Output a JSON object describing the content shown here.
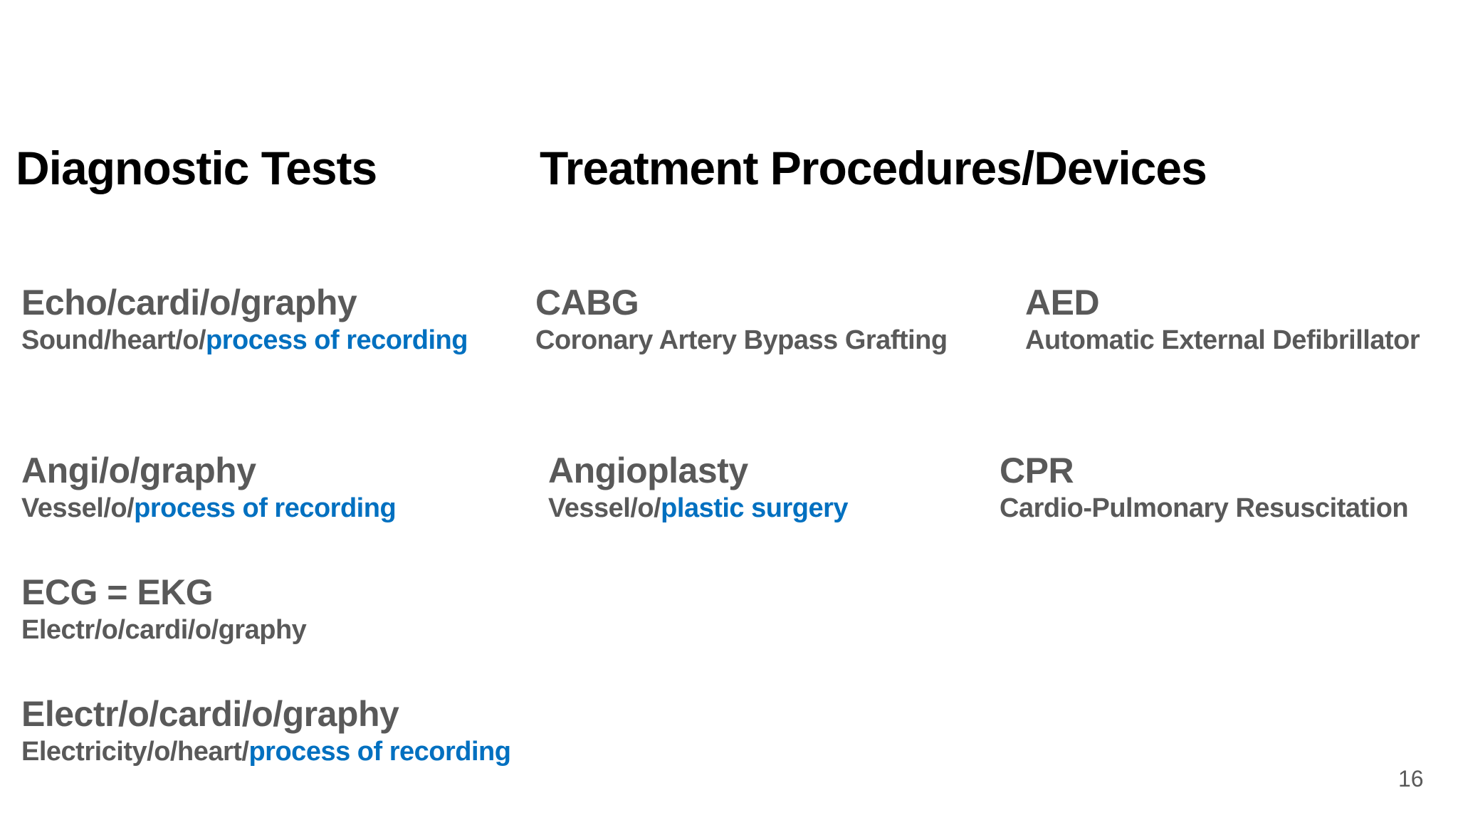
{
  "page": {
    "page_number": "16"
  },
  "colors": {
    "heading": "#000000",
    "term_gray": "#595959",
    "highlight_blue": "#0070c0",
    "background": "#ffffff"
  },
  "headings": {
    "diagnostic": "Diagnostic Tests",
    "treatment": "Treatment Procedures/Devices"
  },
  "terms": {
    "echo": {
      "title": "Echo/cardi/o/graphy",
      "sub_plain": "Sound/heart/o/",
      "sub_highlight": "process of recording"
    },
    "cabg": {
      "title": "CABG",
      "sub_plain": "Coronary Artery Bypass Grafting",
      "sub_highlight": ""
    },
    "aed": {
      "title": "AED",
      "sub_plain": "Automatic External Defibrillator",
      "sub_highlight": ""
    },
    "angi": {
      "title": "Angi/o/graphy",
      "sub_plain": "Vessel/o/",
      "sub_highlight": "process of recording"
    },
    "angioplasty": {
      "title": "Angioplasty",
      "sub_plain": "Vessel/o/",
      "sub_highlight": "plastic surgery"
    },
    "cpr": {
      "title": "CPR",
      "sub_plain": "Cardio-Pulmonary Resuscitation",
      "sub_highlight": ""
    },
    "ecg": {
      "title": "ECG = EKG",
      "sub_plain": "Electr/o/cardi/o/graphy",
      "sub_highlight": ""
    },
    "electro": {
      "title": "Electr/o/cardi/o/graphy",
      "sub_plain": "Electricity/o/heart/",
      "sub_highlight": "process of recording"
    }
  }
}
